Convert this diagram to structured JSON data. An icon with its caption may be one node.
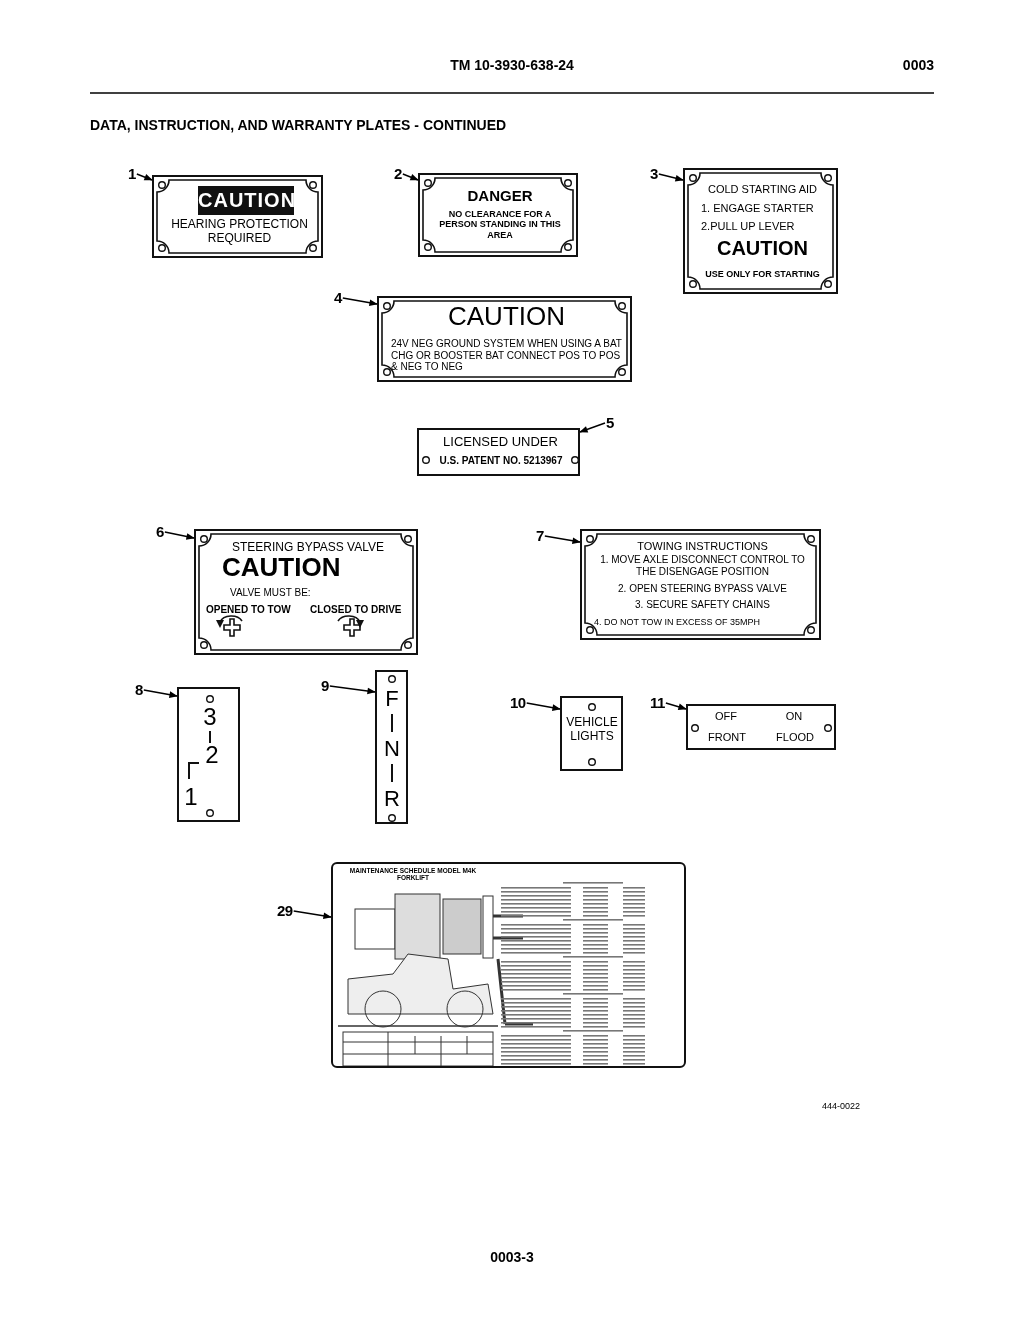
{
  "diagram": {
    "title": "DATA, INSTRUCTION, AND WARRANTY PLATES - CONTINUED",
    "nodes": [
      {
        "text": [
          "1"
        ]
      },
      {
        "text": [
          "CAUTION",
          "HEARING PROTECTION REQUIRED"
        ]
      },
      {
        "text": [
          "2"
        ]
      },
      {
        "text": [
          "DANGER",
          "NO CLEARANCE FOR A PERSON STANDING IN THIS AREA"
        ]
      },
      {
        "text": [
          "3"
        ]
      },
      {
        "text": [
          "COLD STARTING AID",
          "1. ENGAGE STARTER",
          "2.PULL UP LEVER",
          "CAUTION",
          "USE ONLY FOR STARTING"
        ]
      },
      {
        "text": [
          "4"
        ]
      },
      {
        "text": [
          "CAUTION",
          "24V NEG GROUND SYSTEM WHEN USING A BAT CHG OR BOOSTER BAT CONNECT POS TO POS & NEG TO NEG"
        ]
      },
      {
        "text": [
          "5"
        ]
      },
      {
        "text": [
          "LICENSED UNDER",
          "U.S. PATENT NO. 5213967"
        ]
      },
      {
        "text": [
          "6"
        ]
      },
      {
        "text": [
          "STEERING BYPASS VALVE",
          "CAUTION",
          "VALVE MUST BE:",
          "OPENED TO TOW",
          "CLOSED TO DRIVE"
        ]
      },
      {
        "text": [
          "7"
        ]
      },
      {
        "text": [
          "TOWING INSTRUCTIONS",
          "1. MOVE AXLE DISCONNECT CONTROL TO THE DISENGAGE POSITION",
          "2. OPEN STEERING BYPASS VALVE",
          "3. SECURE SAFETY CHAINS",
          "4. DO NOT TOW IN EXCESS OF 35MPH"
        ]
      },
      {
        "text": [
          "8"
        ]
      },
      {
        "text": [
          "3",
          "2",
          "1"
        ]
      },
      {
        "text": [
          "9"
        ]
      },
      {
        "text": [
          "F",
          "N",
          "R"
        ]
      },
      {
        "text": [
          "10"
        ]
      },
      {
        "text": [
          "VEHICLE LIGHTS"
        ]
      },
      {
        "text": [
          "11"
        ]
      },
      {
        "text": [
          "OFF",
          "ON",
          "FRONT",
          "FLOOD"
        ]
      },
      {
        "text": [
          "29"
        ]
      },
      {
        "text": [
          "MAINTENANCE SCHEDULE MODEL M4K FORKLIFT"
        ]
      }
    ],
    "edges": [
      {
        "from": 0,
        "to": 1,
        "arrow": "to"
      },
      {
        "from": 2,
        "to": 3,
        "arrow": "to"
      },
      {
        "from": 4,
        "to": 5,
        "arrow": "to"
      },
      {
        "from": 6,
        "to": 7,
        "arrow": "to"
      },
      {
        "from": 8,
        "to": 9,
        "arrow": "to"
      },
      {
        "from": 10,
        "to": 11,
        "arrow": "to"
      },
      {
        "from": 12,
        "to": 13,
        "arrow": "to"
      },
      {
        "from": 14,
        "to": 15,
        "arrow": "to"
      },
      {
        "from": 16,
        "to": 17,
        "arrow": "to"
      },
      {
        "from": 18,
        "to": 19,
        "arrow": "to"
      },
      {
        "from": 20,
        "to": 21,
        "arrow": "to"
      },
      {
        "from": 22,
        "to": 23,
        "arrow": "to"
      }
    ],
    "labels": [
      "TM 10-3930-638-24",
      "0003",
      "444-0022",
      "0003-3"
    ]
  }
}
